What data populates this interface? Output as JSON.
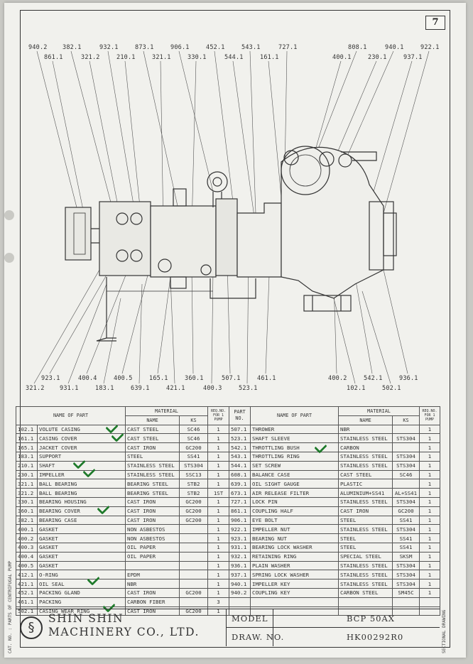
{
  "page_number": "7",
  "callouts_top": [
    "940.2",
    "382.1",
    "932.1",
    "873.1",
    "906.1",
    "452.1",
    "543.1",
    "727.1",
    "808.1",
    "940.1",
    "922.1",
    "861.1",
    "321.2",
    "210.1",
    "321.1",
    "330.1",
    "544.1",
    "161.1",
    "400.1",
    "230.1",
    "937.1"
  ],
  "callouts_bottom": [
    "923.1",
    "400.4",
    "400.5",
    "165.1",
    "360.1",
    "507.1",
    "461.1",
    "400.2",
    "542.1",
    "936.1",
    "321.2",
    "931.1",
    "183.1",
    "639.1",
    "421.1",
    "400.3",
    "523.1",
    "102.1",
    "502.1"
  ],
  "table_headers": {
    "name_of_part": "NAME OF PART",
    "material": "MATERIAL",
    "ks": "KS",
    "name": "NAME",
    "req_no": "REQ.NO. FOR 1 PUMP",
    "part_no": "PART NO."
  },
  "left_rows": [
    {
      "no": "102.1",
      "name": "VOLUTE CASING",
      "mat": "CAST STEEL",
      "ks": "SC46",
      "req": "1"
    },
    {
      "no": "161.1",
      "name": "CASING COVER",
      "mat": "CAST STEEL",
      "ks": "SC46",
      "req": "1"
    },
    {
      "no": "165.1",
      "name": "JACKET COVER",
      "mat": "CAST IRON",
      "ks": "GC200",
      "req": "1"
    },
    {
      "no": "183.1",
      "name": "SUPPORT",
      "mat": "STEEL",
      "ks": "SS41",
      "req": "1"
    },
    {
      "no": "210.1",
      "name": "SHAFT",
      "mat": "STAINLESS STEEL",
      "ks": "STS304",
      "req": "1"
    },
    {
      "no": "230.1",
      "name": "IMPELLER",
      "mat": "STAINLESS STEEL",
      "ks": "SSC13",
      "req": "1"
    },
    {
      "no": "321.1",
      "name": "BALL BEARING",
      "mat": "BEARING STEEL",
      "ks": "STB2",
      "req": "1"
    },
    {
      "no": "321.2",
      "name": "BALL BEARING",
      "mat": "BEARING STEEL",
      "ks": "STB2",
      "req": "1ST"
    },
    {
      "no": "330.1",
      "name": "BEARING HOUSING",
      "mat": "CAST IRON",
      "ks": "GC200",
      "req": "1"
    },
    {
      "no": "360.1",
      "name": "BEARING COVER",
      "mat": "CAST IRON",
      "ks": "GC200",
      "req": "1"
    },
    {
      "no": "382.1",
      "name": "BEARING CASE",
      "mat": "CAST IRON",
      "ks": "GC200",
      "req": "1"
    },
    {
      "no": "400.1",
      "name": "GASKET",
      "mat": "NON ASBESTOS",
      "ks": "",
      "req": "1"
    },
    {
      "no": "400.2",
      "name": "GASKET",
      "mat": "NON ASBESTOS",
      "ks": "",
      "req": "1"
    },
    {
      "no": "400.3",
      "name": "GASKET",
      "mat": "OIL PAPER",
      "ks": "",
      "req": "1"
    },
    {
      "no": "400.4",
      "name": "GASKET",
      "mat": "OIL PAPER",
      "ks": "",
      "req": "1"
    },
    {
      "no": "400.5",
      "name": "GASKET",
      "mat": "",
      "ks": "",
      "req": "1"
    },
    {
      "no": "412.1",
      "name": "O-RING",
      "mat": "EPDM",
      "ks": "",
      "req": "1"
    },
    {
      "no": "421.1",
      "name": "OIL SEAL",
      "mat": "NBR",
      "ks": "",
      "req": "1"
    },
    {
      "no": "452.1",
      "name": "PACKING GLAND",
      "mat": "CAST IRON",
      "ks": "GC200",
      "req": "1"
    },
    {
      "no": "461.1",
      "name": "PACKING",
      "mat": "CARBON FIBER",
      "ks": "",
      "req": "3"
    },
    {
      "no": "502.1",
      "name": "CASING WEAR RING",
      "mat": "CAST IRON",
      "ks": "GC200",
      "req": "1"
    }
  ],
  "right_rows": [
    {
      "no": "507.1",
      "name": "THROWER",
      "mat": "NBR",
      "ks": "",
      "req": "1"
    },
    {
      "no": "523.1",
      "name": "SHAFT SLEEVE",
      "mat": "STAINLESS STEEL",
      "ks": "STS304",
      "req": "1"
    },
    {
      "no": "542.1",
      "name": "THROTTLING BUSH",
      "mat": "CARBON",
      "ks": "",
      "req": "1"
    },
    {
      "no": "543.1",
      "name": "THROTTLING RING",
      "mat": "STAINLESS STEEL",
      "ks": "STS304",
      "req": "1"
    },
    {
      "no": "544.1",
      "name": "SET SCREW",
      "mat": "STAINLESS STEEL",
      "ks": "STS304",
      "req": "1"
    },
    {
      "no": "608.1",
      "name": "BALANCE CASE",
      "mat": "CAST STEEL",
      "ks": "SC46",
      "req": "1"
    },
    {
      "no": "639.1",
      "name": "OIL SIGHT GAUGE",
      "mat": "PLASTIC",
      "ks": "",
      "req": "1"
    },
    {
      "no": "673.1",
      "name": "AIR RELEASE FILTER",
      "mat": "ALUMINIUM+SS41",
      "ks": "AL+SS41",
      "req": "1"
    },
    {
      "no": "727.1",
      "name": "LOCK PIN",
      "mat": "STAINLESS STEEL",
      "ks": "STS304",
      "req": "1"
    },
    {
      "no": "861.1",
      "name": "COUPLING HALF",
      "mat": "CAST IRON",
      "ks": "GC200",
      "req": "1"
    },
    {
      "no": "906.1",
      "name": "EYE BOLT",
      "mat": "STEEL",
      "ks": "SS41",
      "req": "1"
    },
    {
      "no": "922.1",
      "name": "IMPELLER NUT",
      "mat": "STAINLESS STEEL",
      "ks": "STS304",
      "req": "1"
    },
    {
      "no": "923.1",
      "name": "BEARING NUT",
      "mat": "STEEL",
      "ks": "SS41",
      "req": "1"
    },
    {
      "no": "931.1",
      "name": "BEARING LOCK WASHER",
      "mat": "STEEL",
      "ks": "SS41",
      "req": "1"
    },
    {
      "no": "932.1",
      "name": "RETAINING RING",
      "mat": "SPECIAL STEEL",
      "ks": "SKSM",
      "req": "1"
    },
    {
      "no": "936.1",
      "name": "PLAIN WASHER",
      "mat": "STAINLESS STEEL",
      "ks": "STS304",
      "req": "1"
    },
    {
      "no": "937.1",
      "name": "SPRING LOCK WASHER",
      "mat": "STAINLESS STEEL",
      "ks": "STS304",
      "req": "1"
    },
    {
      "no": "940.1",
      "name": "IMPELLER KEY",
      "mat": "STAINLESS STEEL",
      "ks": "STS304",
      "req": "1"
    },
    {
      "no": "940.2",
      "name": "COUPLING KEY",
      "mat": "CARBON STEEL",
      "ks": "SM45C",
      "req": "1"
    },
    {
      "no": "",
      "name": "",
      "mat": "",
      "ks": "",
      "req": ""
    },
    {
      "no": "",
      "name": "",
      "mat": "",
      "ks": "",
      "req": ""
    }
  ],
  "title_block": {
    "company_line1": "SHIN SHIN",
    "company_line2": "MACHINERY CO., LTD.",
    "model_label": "MODEL",
    "model_value": "BCP 50AX",
    "draw_no_label": "DRAW. NO.",
    "draw_no_value": "HK00292R0",
    "side_right": "SECTIONAL DRAWING",
    "side_left": "CAT. NO. : PARTS OF CENTRIFUGAL PUMP"
  },
  "check_color": "#1e7a2a",
  "ink_color": "#333333"
}
